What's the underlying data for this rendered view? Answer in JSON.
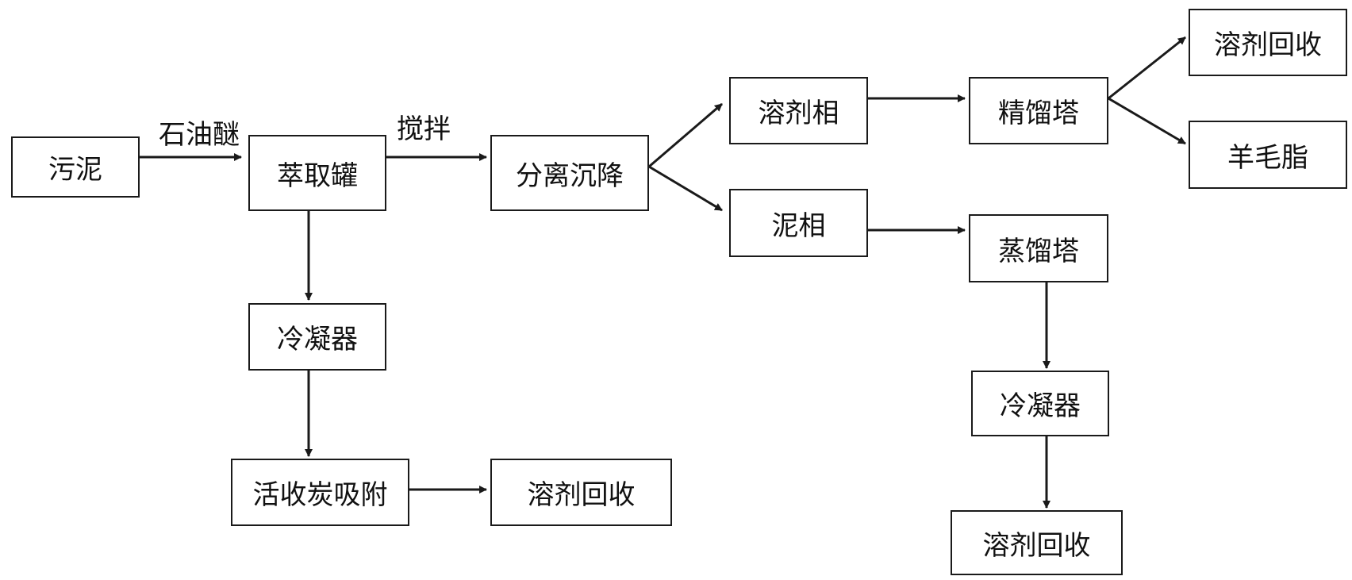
{
  "nodes": {
    "sludge": "污泥",
    "extraction_tank": "萃取罐",
    "separation_settling": "分离沉降",
    "solvent_phase": "溶剂相",
    "sludge_phase": "泥相",
    "rectification_tower": "精馏塔",
    "distillation_tower": "蒸馏塔",
    "solvent_recovery_top": "溶剂回收",
    "lanolin": "羊毛脂",
    "condenser_left": "冷凝器",
    "activated_carbon_adsorption": "活收炭吸附",
    "solvent_recovery_bottom_left": "溶剂回收",
    "condenser_right": "冷凝器",
    "solvent_recovery_bottom_right": "溶剂回收"
  },
  "edge_labels": {
    "petroleum_ether": "石油醚",
    "stirring": "搅拌"
  },
  "colors": {
    "line": "#1a1a1a",
    "text": "#111111",
    "background": "#ffffff"
  }
}
